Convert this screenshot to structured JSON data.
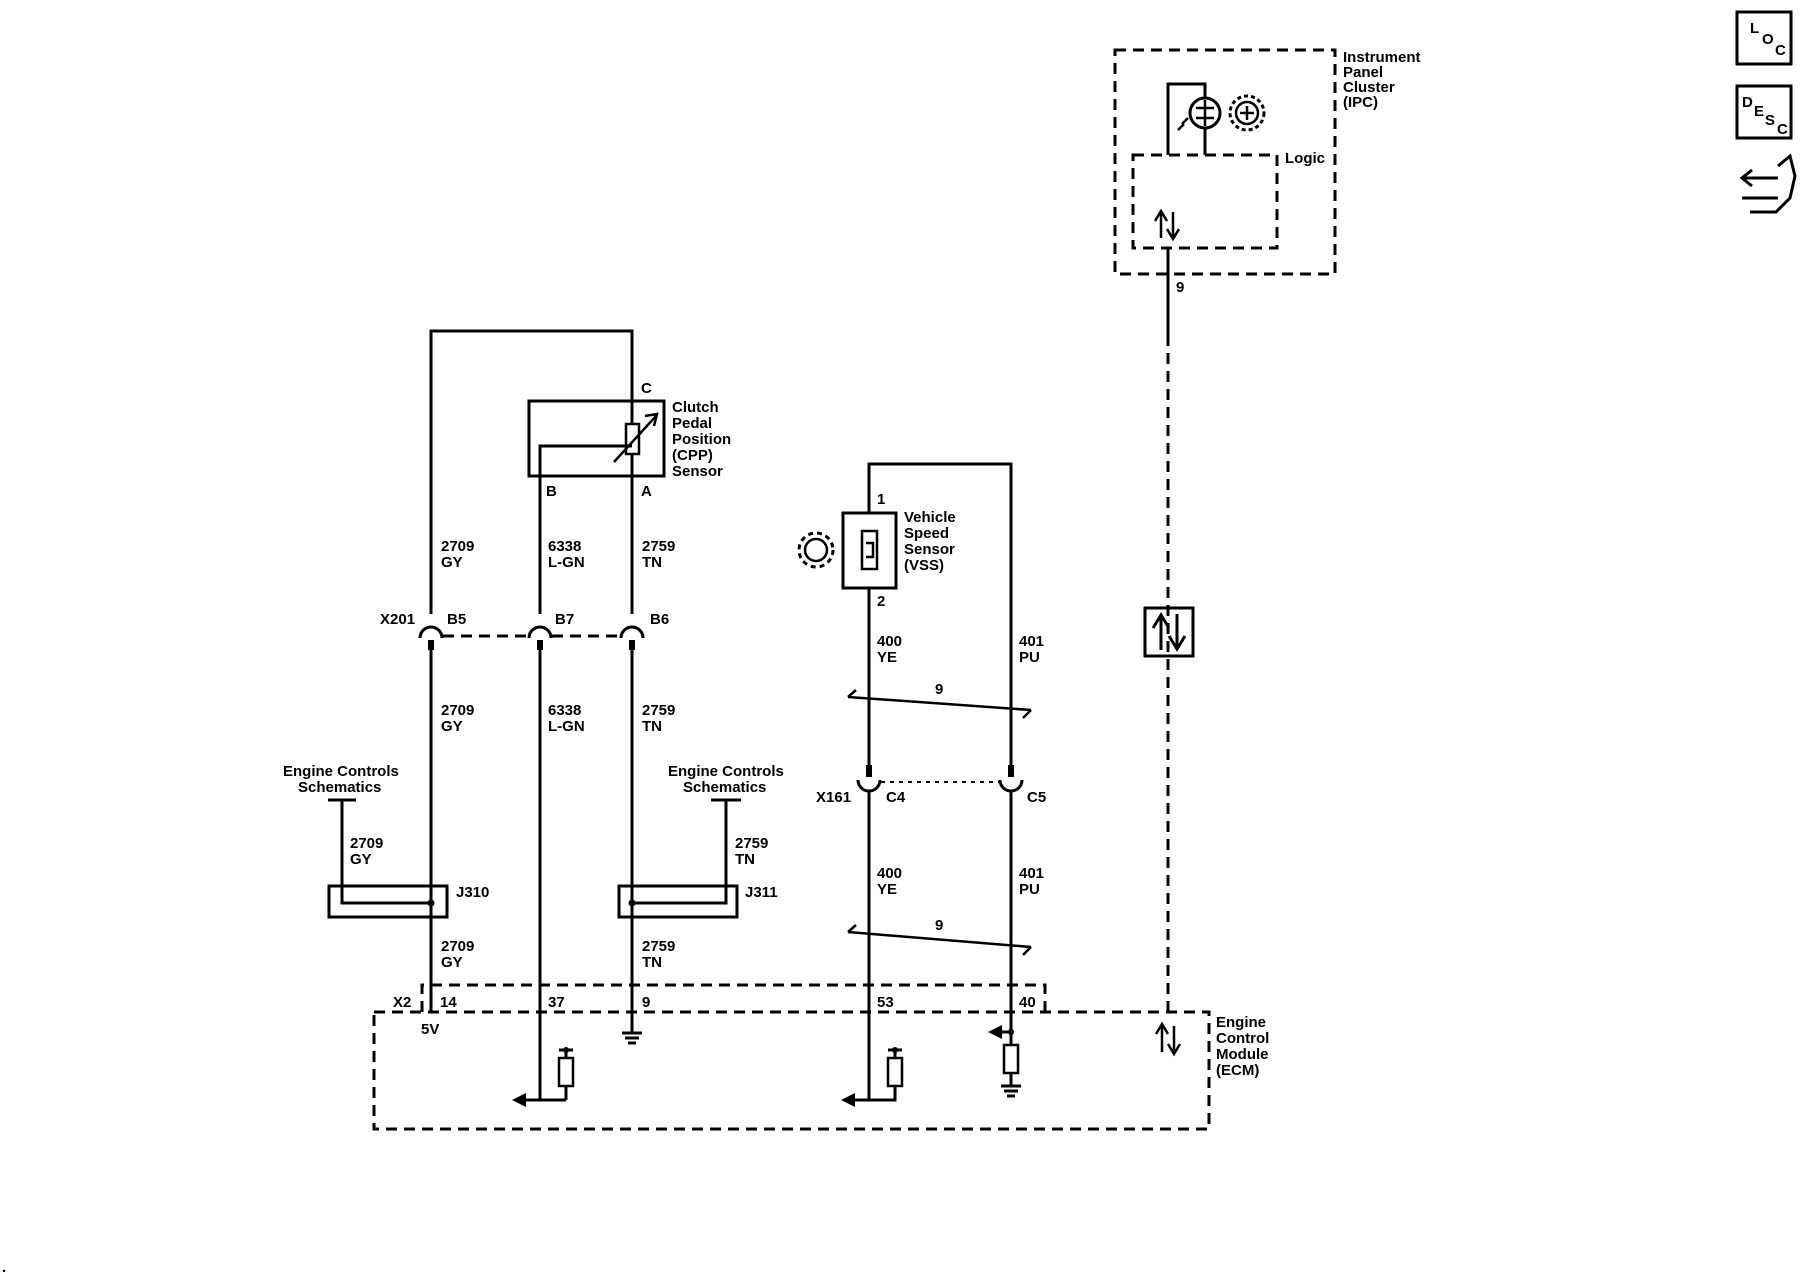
{
  "icons": {
    "loc": [
      "L",
      "O",
      "C"
    ],
    "desc": [
      "D",
      "E",
      "S",
      "C"
    ]
  },
  "ipc": {
    "label": [
      "Instrument",
      "Panel",
      "Cluster",
      "(IPC)"
    ],
    "logic": "Logic",
    "pin": "9"
  },
  "cpp": {
    "label": [
      "Clutch",
      "Pedal",
      "Position",
      "(CPP)",
      "Sensor"
    ],
    "pin_c": "C",
    "pin_b": "B",
    "pin_a": "A"
  },
  "vss": {
    "label": [
      "Vehicle",
      "Speed",
      "Sensor",
      "(VSS)"
    ],
    "pin_1": "1",
    "pin_2": "2"
  },
  "wires": {
    "w2709": [
      "2709",
      "GY"
    ],
    "w6338": [
      "6338",
      "L-GN"
    ],
    "w2759": [
      "2759",
      "TN"
    ],
    "w400": [
      "400",
      "YE"
    ],
    "w401": [
      "401",
      "PU"
    ]
  },
  "twist": "9",
  "x201": {
    "name": "X201",
    "b5": "B5",
    "b7": "B7",
    "b6": "B6"
  },
  "x161": {
    "name": "X161",
    "c4": "C4",
    "c5": "C5"
  },
  "ref_left": [
    "Engine Controls",
    "Schematics"
  ],
  "ref_right": [
    "Engine Controls",
    "Schematics"
  ],
  "splices": {
    "j310": "J310",
    "j311": "J311"
  },
  "ecm": {
    "label": [
      "Engine",
      "Control",
      "Module",
      "(ECM)"
    ],
    "connector": "X2",
    "pins": [
      "14",
      "37",
      "9",
      "53",
      "40"
    ],
    "v5": "5V"
  },
  "corner_mark": "."
}
